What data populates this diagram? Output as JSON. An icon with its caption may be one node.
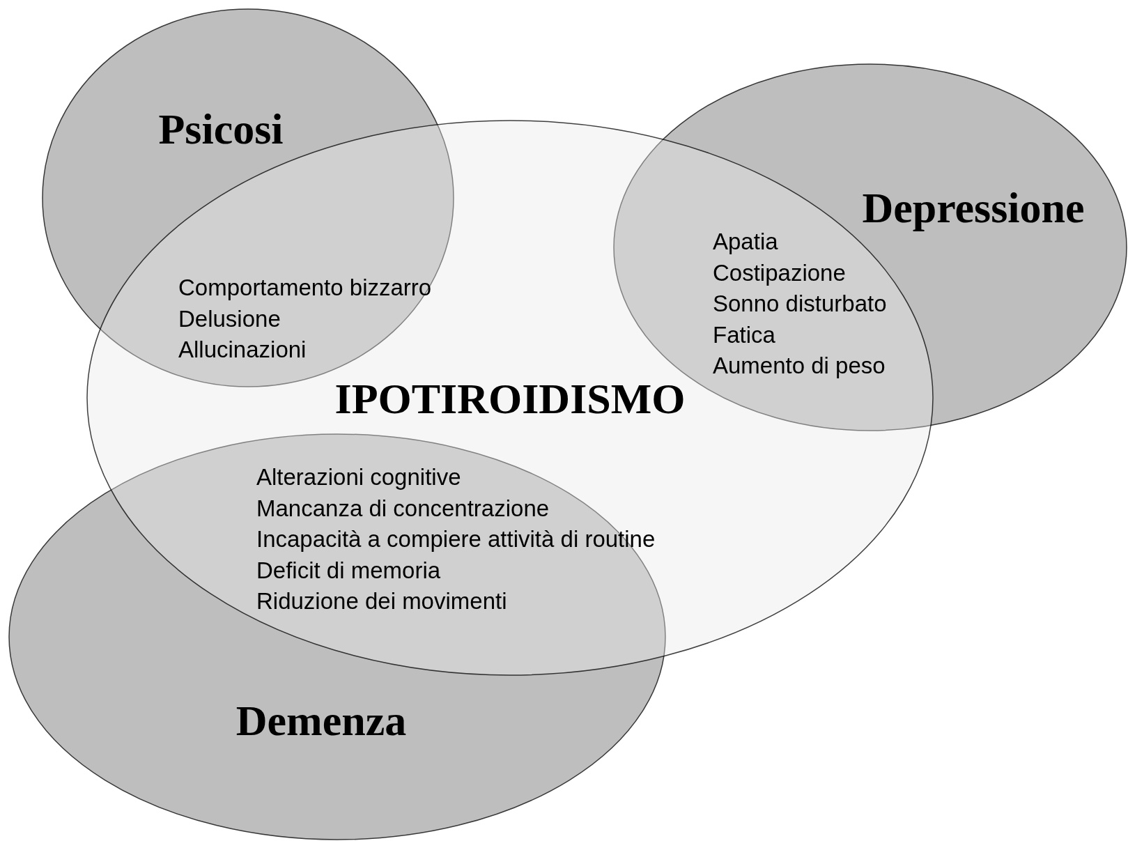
{
  "diagram": {
    "nodes": [
      {
        "text": [
          "Psicosi"
        ]
      },
      {
        "text": [
          "Depressione"
        ]
      },
      {
        "text": [
          "Demenza"
        ]
      },
      {
        "text": [
          "IPOTIROIDISMO"
        ]
      }
    ],
    "labels": [
      "Comportamento bizzarro",
      "Delusione",
      "Allucinazioni",
      "Apatia",
      "Costipazione",
      "Sonno disturbato",
      "Fatica",
      "Aumento di peso",
      "Alterazioni cognitive",
      "Mancanza di concentrazione",
      "Incapacità a compiere attività di routine",
      "Deficit di memoria",
      "Riduzione dei movimenti"
    ]
  }
}
